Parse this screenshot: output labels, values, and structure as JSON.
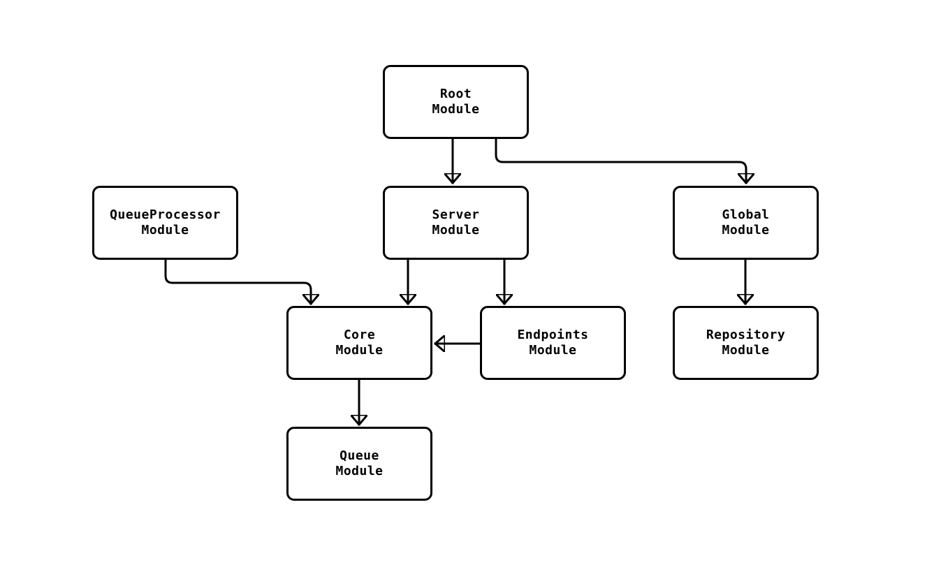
{
  "diagram": {
    "type": "flowchart",
    "background_color": "#ffffff",
    "node_fill_color": "#ffffff",
    "node_border_color": "#000000",
    "edge_color": "#000000",
    "text_color": "#000000",
    "nodes": [
      {
        "id": "root",
        "label": "Root Module",
        "lines": [
          "Root",
          "Module"
        ]
      },
      {
        "id": "queueprocessor",
        "label": "QueueProcessor Module",
        "lines": [
          "QueueProcessor",
          "Module"
        ]
      },
      {
        "id": "server",
        "label": "Server Module",
        "lines": [
          "Server",
          "Module"
        ]
      },
      {
        "id": "global",
        "label": "Global Module",
        "lines": [
          "Global",
          "Module"
        ]
      },
      {
        "id": "core",
        "label": "Core Module",
        "lines": [
          "Core",
          "Module"
        ]
      },
      {
        "id": "endpoints",
        "label": "Endpoints Module",
        "lines": [
          "Endpoints",
          "Module"
        ]
      },
      {
        "id": "repository",
        "label": "Repository Module",
        "lines": [
          "Repository",
          "Module"
        ]
      },
      {
        "id": "queue",
        "label": "Queue Module",
        "lines": [
          "Queue",
          "Module"
        ]
      }
    ],
    "edges": [
      {
        "from": "root",
        "to": "server"
      },
      {
        "from": "root",
        "to": "global"
      },
      {
        "from": "queueprocessor",
        "to": "core"
      },
      {
        "from": "server",
        "to": "core"
      },
      {
        "from": "server",
        "to": "endpoints"
      },
      {
        "from": "endpoints",
        "to": "core"
      },
      {
        "from": "global",
        "to": "repository"
      },
      {
        "from": "core",
        "to": "queue"
      }
    ]
  }
}
